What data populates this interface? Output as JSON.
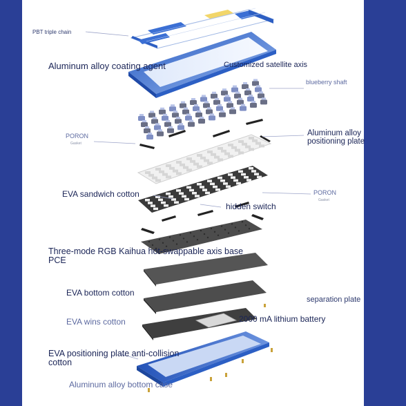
{
  "colors": {
    "side_bar": "#2a3f96",
    "label_dark": "#1a2456",
    "label_mid": "#2e3a6e",
    "label_muted": "#5d6aa0",
    "case_blue": "#3466c9",
    "plate_dark": "#4a4a4a",
    "pcb": "#555555"
  },
  "labels": {
    "pbt_keycaps": "PBT triple chain",
    "coating": "Aluminum alloy coating agent",
    "satellite_axis": "Customized satellite axis",
    "blueberry_shaft": "blueberry shaft",
    "poron_left": "PORON",
    "poron_left_sub": "Gasket",
    "positioning_plate": "Aluminum alloy positioning plate",
    "eva_sandwich": "EVA sandwich cotton",
    "poron_right": "PORON",
    "poron_right_sub": "Gasket",
    "hidden_switch": "hidden switch",
    "pcb": "Three-mode RGB Kaihua hot-swappable axis base PCE",
    "eva_bottom": "EVA bottom cotton",
    "separation_plate": "separation plate",
    "battery": "2000 mA lithium battery",
    "eva_wins": "EVA wins cotton",
    "eva_anti_collision": "EVA positioning plate anti-collision cotton",
    "bottom_case": "Aluminum alloy bottom case"
  }
}
